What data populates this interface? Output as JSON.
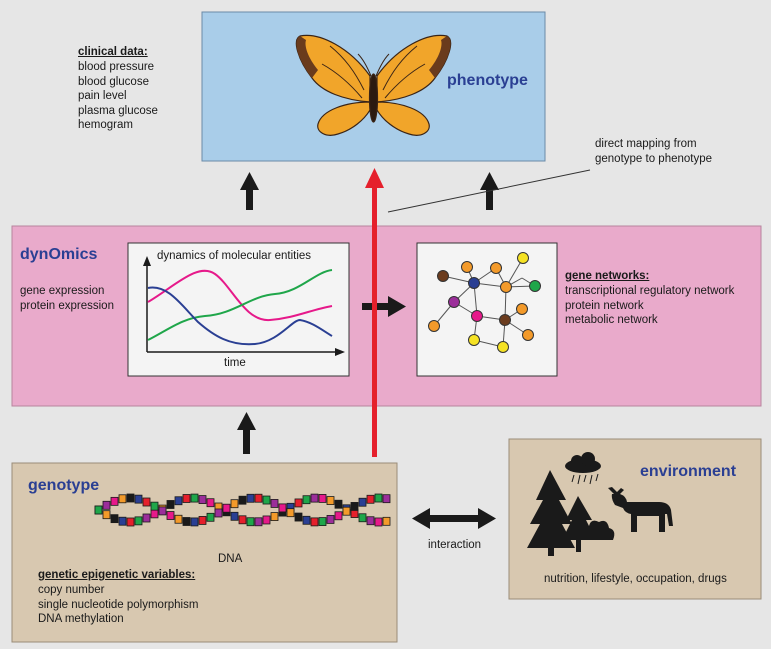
{
  "phenotype": {
    "title": "phenotype",
    "clinical_heading": "clinical data:",
    "clinical_items": [
      "blood pressure",
      "blood glucose",
      "pain level",
      "plasma glucose",
      "hemogram"
    ]
  },
  "mapping_note": [
    "direct mapping from",
    "genotype to phenotype"
  ],
  "dynomics": {
    "title": "dynOmics",
    "items": [
      "gene expression",
      "protein expression"
    ],
    "chart_title": "dynamics of molecular entities",
    "chart_xlabel": "time",
    "networks_heading": "gene networks:",
    "networks_items": [
      "transcriptional regulatory network",
      "protein network",
      "metabolic network"
    ]
  },
  "genotype": {
    "title": "genotype",
    "dna_label": "DNA",
    "variables_heading": "genetic epigenetic variables:",
    "variables_items": [
      "copy number",
      "single nucleotide polymorphism",
      "DNA methylation"
    ]
  },
  "interaction_label": "interaction",
  "environment": {
    "title": "environment",
    "factors": "nutrition, lifestyle, occupation, drugs"
  },
  "colors": {
    "background": "#e6e6e6",
    "phenotype_box": "#a9cde9",
    "dynomics_band": "#e9aacb",
    "genotype_box": "#d8c8b0",
    "direct_arrow": "#e5202c",
    "title_blue": "#2a3f93",
    "curve_pink": "#e6198a",
    "curve_green": "#1fa64a",
    "curve_blue": "#2a3f93"
  }
}
